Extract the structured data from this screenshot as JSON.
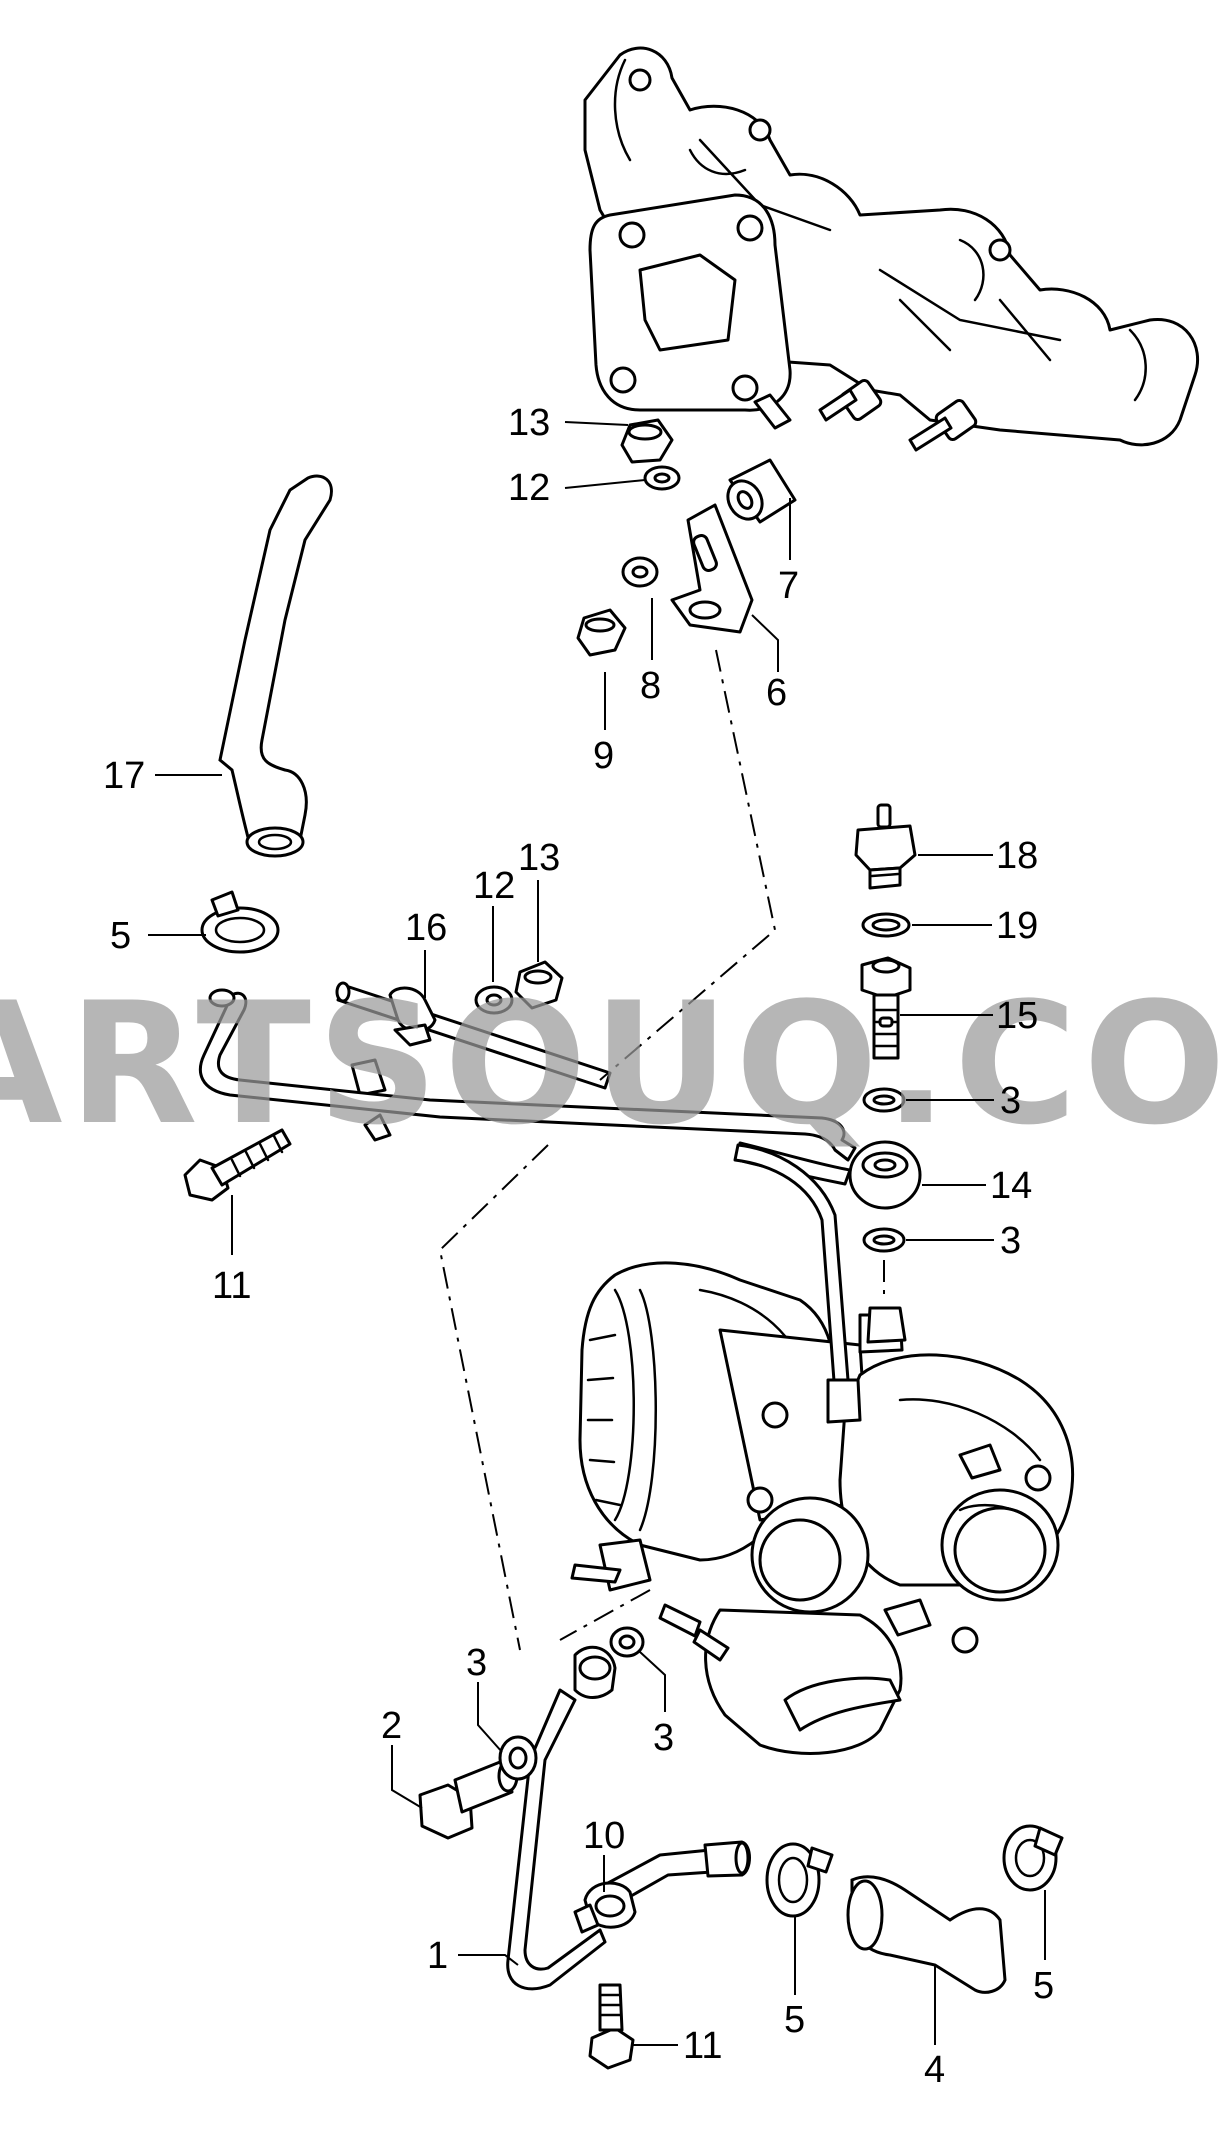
{
  "watermark": "PARTSOUQ.COM",
  "callouts": [
    {
      "id": "c13a",
      "text": "13"
    },
    {
      "id": "c12a",
      "text": "12"
    },
    {
      "id": "c7",
      "text": "7"
    },
    {
      "id": "c6",
      "text": "6"
    },
    {
      "id": "c8",
      "text": "8"
    },
    {
      "id": "c9",
      "text": "9"
    },
    {
      "id": "c17",
      "text": "17"
    },
    {
      "id": "c5a",
      "text": "5"
    },
    {
      "id": "c16",
      "text": "16"
    },
    {
      "id": "c12b",
      "text": "12"
    },
    {
      "id": "c13b",
      "text": "13"
    },
    {
      "id": "c18",
      "text": "18"
    },
    {
      "id": "c19",
      "text": "19"
    },
    {
      "id": "c15",
      "text": "15"
    },
    {
      "id": "c3a",
      "text": "3"
    },
    {
      "id": "c14",
      "text": "14"
    },
    {
      "id": "c3b",
      "text": "3"
    },
    {
      "id": "c11a",
      "text": "11"
    },
    {
      "id": "c3c",
      "text": "3"
    },
    {
      "id": "c3d",
      "text": "3"
    },
    {
      "id": "c2",
      "text": "2"
    },
    {
      "id": "c10",
      "text": "10"
    },
    {
      "id": "c1",
      "text": "1"
    },
    {
      "id": "c5b",
      "text": "5"
    },
    {
      "id": "c4",
      "text": "4"
    },
    {
      "id": "c5c",
      "text": "5"
    },
    {
      "id": "c11b",
      "text": "11"
    }
  ]
}
